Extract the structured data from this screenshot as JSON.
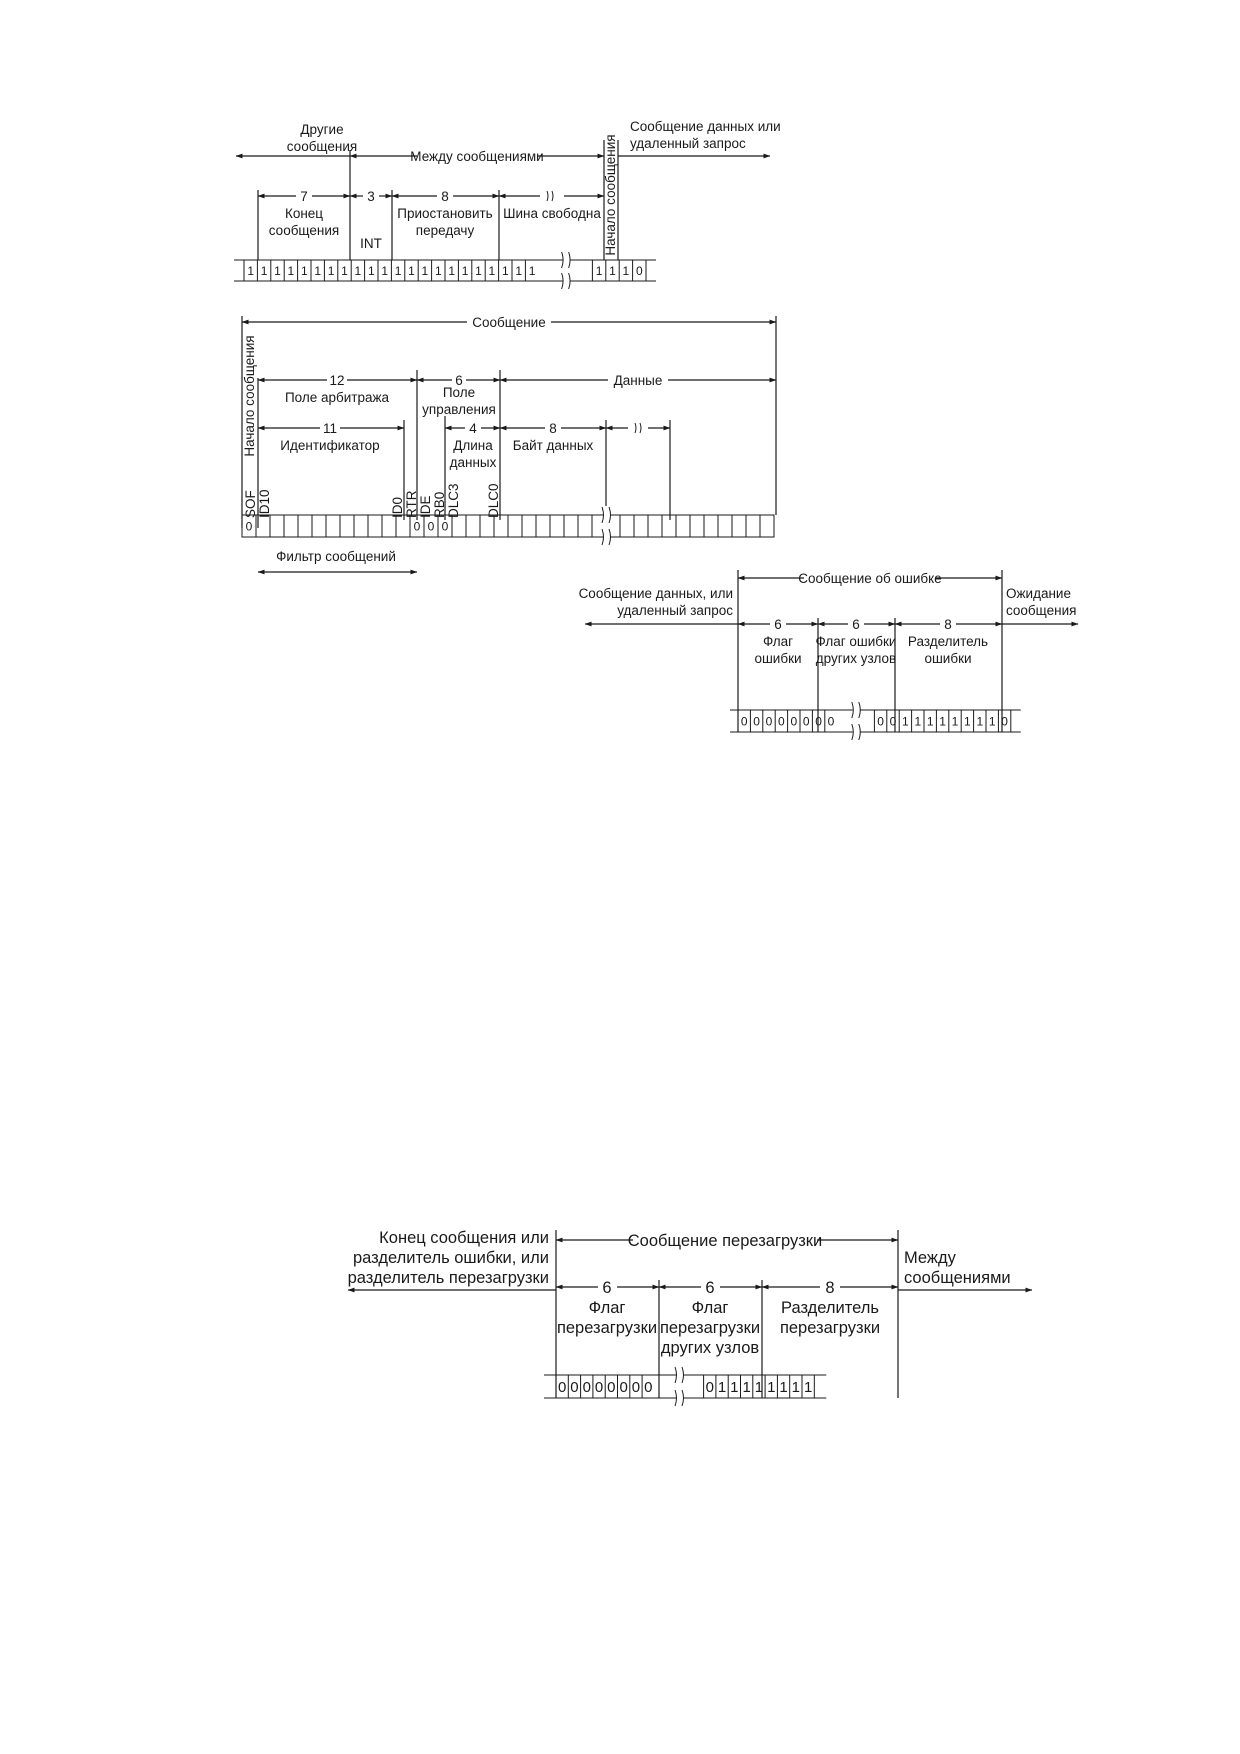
{
  "diagram1": {
    "other_messages": [
      "Другие",
      "сообщения"
    ],
    "between_messages": "Между сообщениями",
    "data_or_remote": [
      "Сообщение данных или",
      "удаленный запрос"
    ],
    "end_count": "7",
    "end_label": [
      "Конец",
      "сообщения"
    ],
    "int_count": "3",
    "int_label": "INT",
    "suspend_count": "8",
    "suspend_label": [
      "Приостановить",
      "передачу"
    ],
    "bus_free": "Шина свободна",
    "sof_vertical": "Начало сообщения",
    "bits": [
      "1",
      "1",
      "1",
      "1",
      "1",
      "1",
      "1",
      "1",
      "1",
      "1",
      "1",
      "1",
      "1",
      "1",
      "1",
      "1",
      "1",
      "1",
      "1",
      "1",
      "1",
      "1",
      "",
      "",
      "",
      "",
      "1",
      "1",
      "1",
      "0"
    ]
  },
  "diagram2": {
    "message": "Сообщение",
    "sof_vertical": "Начало сообщения",
    "arb_count": "12",
    "arb_label": "Поле арбитража",
    "ctrl_count": "6",
    "ctrl_label": [
      "Поле",
      "управления"
    ],
    "data": "Данные",
    "id_count": "11",
    "id_label": "Идентификатор",
    "dlc_count": "4",
    "dlc_label": [
      "Длина",
      "данных"
    ],
    "byte_count": "8",
    "byte_label": "Байт данных",
    "bit_names": [
      "SOF",
      "ID10",
      "ID0",
      "RTR",
      "IDE",
      "RB0",
      "DLC3",
      "DLC0"
    ],
    "bits": [
      "0",
      "",
      "",
      "",
      "",
      "",
      "",
      "",
      "",
      "",
      "",
      "",
      "0",
      "0",
      "0"
    ],
    "filter": "Фильтр сообщений"
  },
  "diagram3": {
    "error_message": "Сообщение об ошибке",
    "data_or_remote": [
      "Сообщение данных, или",
      "удаленный запрос"
    ],
    "wait": [
      "Ожидание",
      "сообщения"
    ],
    "flag_count": "6",
    "flag_label": [
      "Флаг",
      "ошибки"
    ],
    "other_count": "6",
    "other_label": [
      "Флаг ошибки",
      "других узлов"
    ],
    "delim_count": "8",
    "delim_label": [
      "Разделитель",
      "ошибки"
    ],
    "bits": [
      "0",
      "0",
      "0",
      "0",
      "0",
      "0",
      "0",
      "0",
      "",
      "",
      "",
      "0",
      "0",
      "1",
      "1",
      "1",
      "1",
      "1",
      "1",
      "1",
      "1",
      "0"
    ]
  },
  "diagram4": {
    "left_label": [
      "Конец сообщения или",
      "разделитель ошибки, или",
      "разделитель перезагрузки"
    ],
    "overload_message": "Сообщение перезагрузки",
    "between": [
      "Между",
      "сообщениями"
    ],
    "flag_count": "6",
    "flag_label": [
      "Флаг",
      "перезагрузки"
    ],
    "other_count": "6",
    "other_label": [
      "Флаг",
      "перезагрузки",
      "других узлов"
    ],
    "delim_count": "8",
    "delim_label": [
      "Разделитель",
      "перезагрузки"
    ],
    "bits": [
      "0",
      "0",
      "0",
      "0",
      "0",
      "0",
      "0",
      "0",
      "",
      "",
      "",
      "",
      "0",
      "1",
      "1",
      "1",
      "1",
      "1",
      "1",
      "1",
      "1"
    ]
  }
}
